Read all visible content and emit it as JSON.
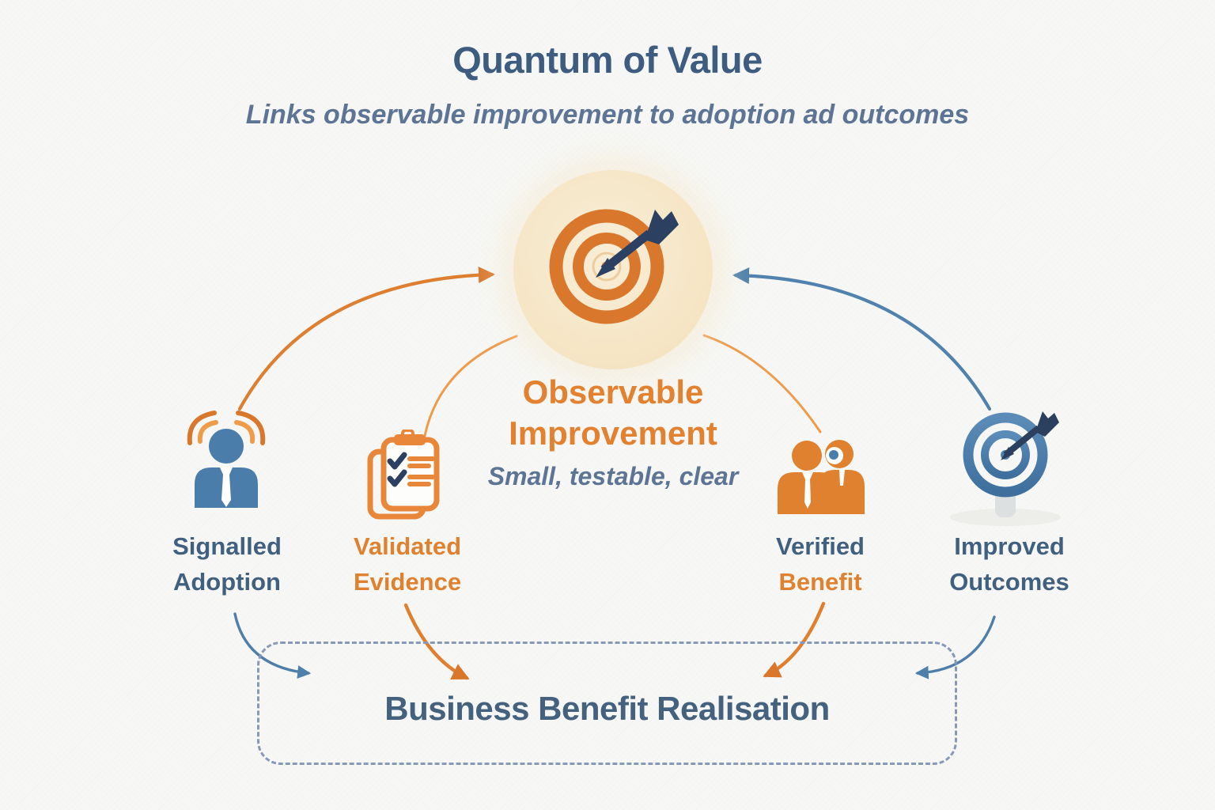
{
  "title": "Quantum of Value",
  "subtitle": "Links observable improvement to adoption ad outcomes",
  "center_node": {
    "icon": "target-arrow-icon",
    "label_line1": "Observable",
    "label_line2": "Improvement",
    "tagline": "Small, testable, clear"
  },
  "nodes": {
    "signalled_adoption": {
      "line1": "Signalled",
      "line2": "Adoption",
      "icon": "broadcast-person-icon"
    },
    "validated_evidence": {
      "line1": "Validated",
      "line2": "Evidence",
      "icon": "checklist-clipboard-icon"
    },
    "verified_benefit": {
      "line1": "Verified",
      "line2": "Benefit",
      "icon": "people-pair-icon"
    },
    "improved_outcomes": {
      "line1": "Improved",
      "line2": "Outcomes",
      "icon": "target-stand-icon"
    }
  },
  "bottom_box": {
    "label": "Business Benefit Realisation"
  },
  "colors": {
    "orange": "#e0812f",
    "orange_dark": "#d9782d",
    "orange_light": "#ee9c4b",
    "steel_blue": "#4d80ab",
    "navy": "#2c4161",
    "slate_text": "#41607f",
    "subtitle_slate": "#5d7494",
    "beige_circle": "#f6e8cb",
    "dashed_border": "#8799b6",
    "background": "#f7f8f6"
  }
}
